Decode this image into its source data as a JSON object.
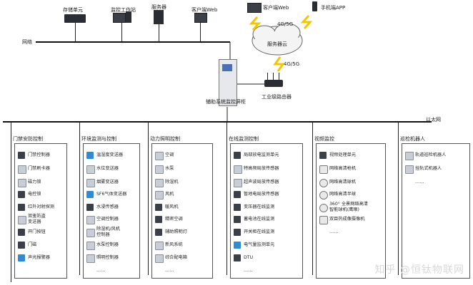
{
  "top": {
    "storage_label": "存储单元",
    "monitor_ws_label": "监控工作站",
    "server_label": "服务器",
    "client_web_label": "客户端Web",
    "network_label": "网络",
    "aux_cabinet_label": "辅助系统监控屏柜",
    "router_label": "工业级路由器",
    "cloud_client_web_label": "客户端Web",
    "mobile_app_label": "手机端APP",
    "server_cluster_label": "服务器云",
    "link_4g5g_a": "4G/5G",
    "link_4g5g_b": "4G/5G",
    "ethernet_label": "以太网"
  },
  "panels": [
    {
      "title": "门禁安防控制",
      "items": [
        "门禁控制器",
        "门禁刷卡器",
        "磁力锁",
        "电控锁",
        "红外对射探测",
        "双鉴防盗\n变送器",
        "开门按钮",
        "门磁",
        "声光报警器"
      ]
    },
    {
      "title": "环境监测与控制",
      "items": [
        "温湿度变送器",
        "水位变送器",
        "烟雾变送器",
        "SF6气体变送器",
        "水浸传感器",
        "空调控制器",
        "除湿机/风机\n控制器",
        "水泵控制器",
        "照明控制器",
        "……"
      ]
    },
    {
      "title": "动力照明控制",
      "items": [
        "空调",
        "水泵",
        "除湿机",
        "风机",
        "暖风机",
        "精密空调",
        "辅助照明灯",
        "新风系统",
        "综合配电箱",
        "……"
      ]
    },
    {
      "title": "在线监测控制",
      "items": [
        "局部放电监测单元",
        "特高频局放传感器",
        "超声波局放传感器",
        "暂地电局放传感器",
        "变压器在线监测",
        "蓄电池在线监测",
        "开关柜在线监测",
        "电气量监测单元",
        "DTU",
        "……"
      ]
    },
    {
      "title": "视频监控",
      "items": [
        "视频处理单元",
        "网络高清枪机",
        "网络高清球机",
        "网络高清半球",
        "360° 全景网络高清\n智能球机(鹰眼)",
        "双目热成像摄像机",
        "……"
      ]
    },
    {
      "title": "巡检机器人",
      "items": [
        "轨道巡检机器人",
        "挂轨式机器人",
        "……"
      ]
    }
  ],
  "watermark": "知乎 @恒钛物联网"
}
